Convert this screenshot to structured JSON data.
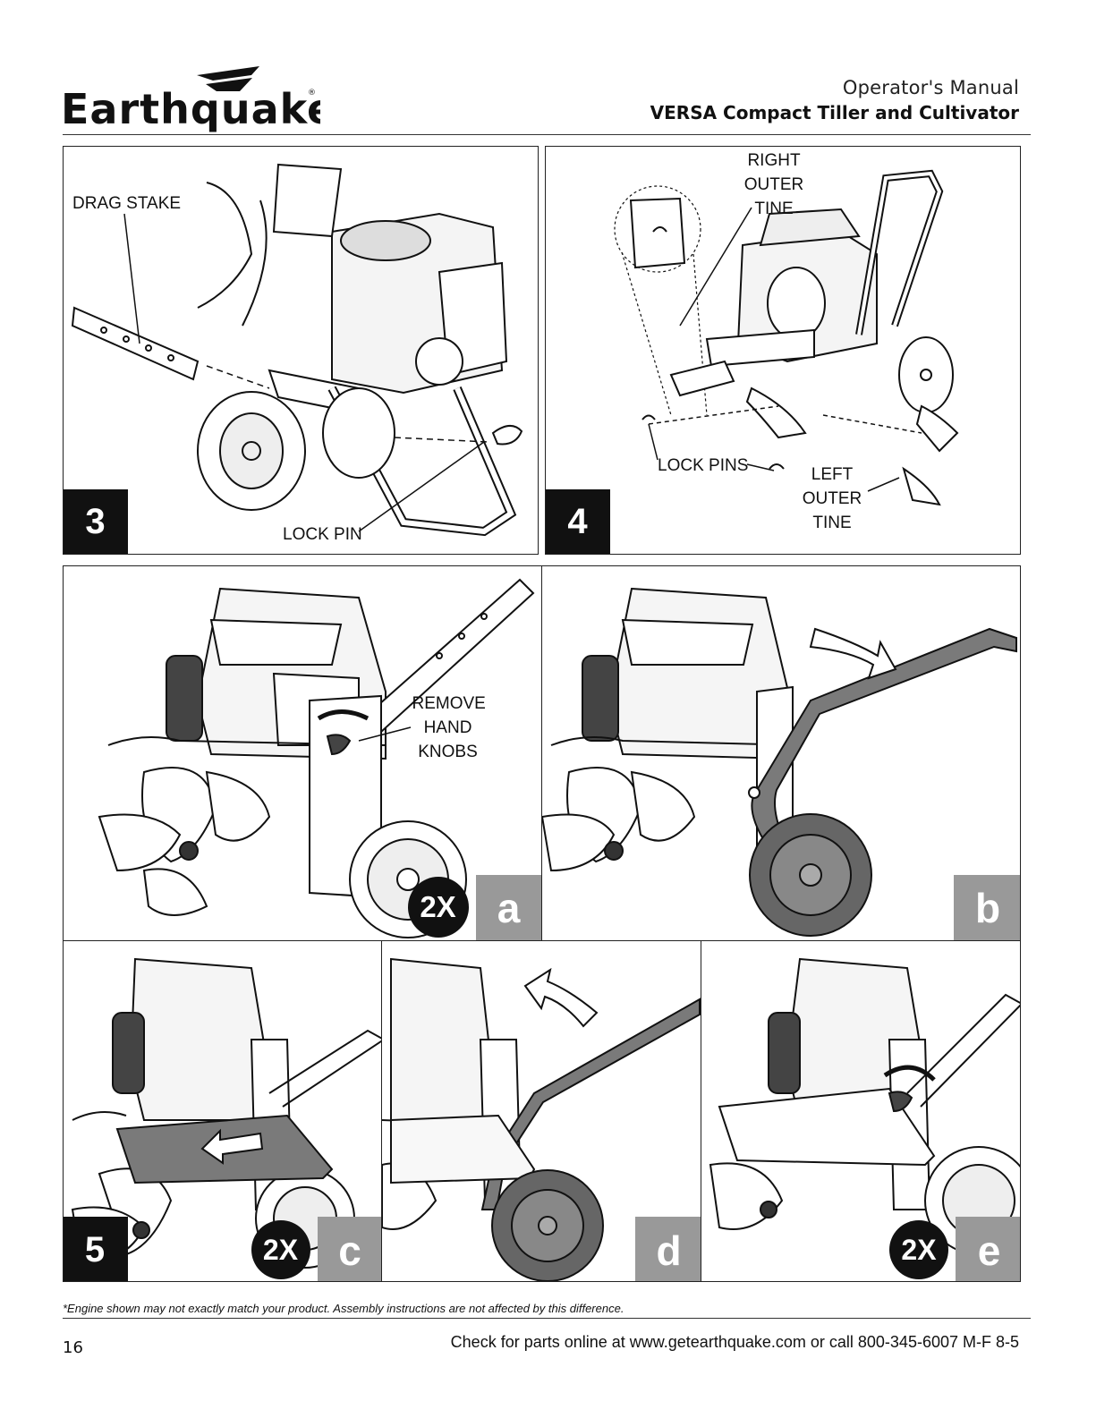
{
  "header": {
    "brand": "Earthquake",
    "doc_type": "Operator's Manual",
    "product": "VERSA Compact Tiller and Cultivator"
  },
  "steps": {
    "step3": {
      "number": "3",
      "drag_stake": "DRAG STAKE",
      "lock_pin": "LOCK PIN"
    },
    "step4": {
      "number": "4",
      "right_tine": [
        "RIGHT",
        "OUTER",
        "TINE"
      ],
      "lock_pins": "LOCK PINS",
      "left_tine": [
        "LEFT",
        "OUTER",
        "TINE"
      ]
    },
    "step5": {
      "number": "5",
      "remove_knobs": [
        "REMOVE",
        "HAND",
        "KNOBS"
      ],
      "panels": {
        "a": {
          "letter": "a",
          "badge": "2X"
        },
        "b": {
          "letter": "b"
        },
        "c": {
          "letter": "c",
          "badge": "2X"
        },
        "d": {
          "letter": "d"
        },
        "e": {
          "letter": "e",
          "badge": "2X"
        }
      }
    }
  },
  "footer": {
    "footnote": "*Engine shown may not exactly match your product.  Assembly instructions are not affected by this difference.",
    "page_number": "16",
    "contact": "Check for parts online at www.getearthquake.com or call 800-345-6007 M-F 8-5"
  }
}
